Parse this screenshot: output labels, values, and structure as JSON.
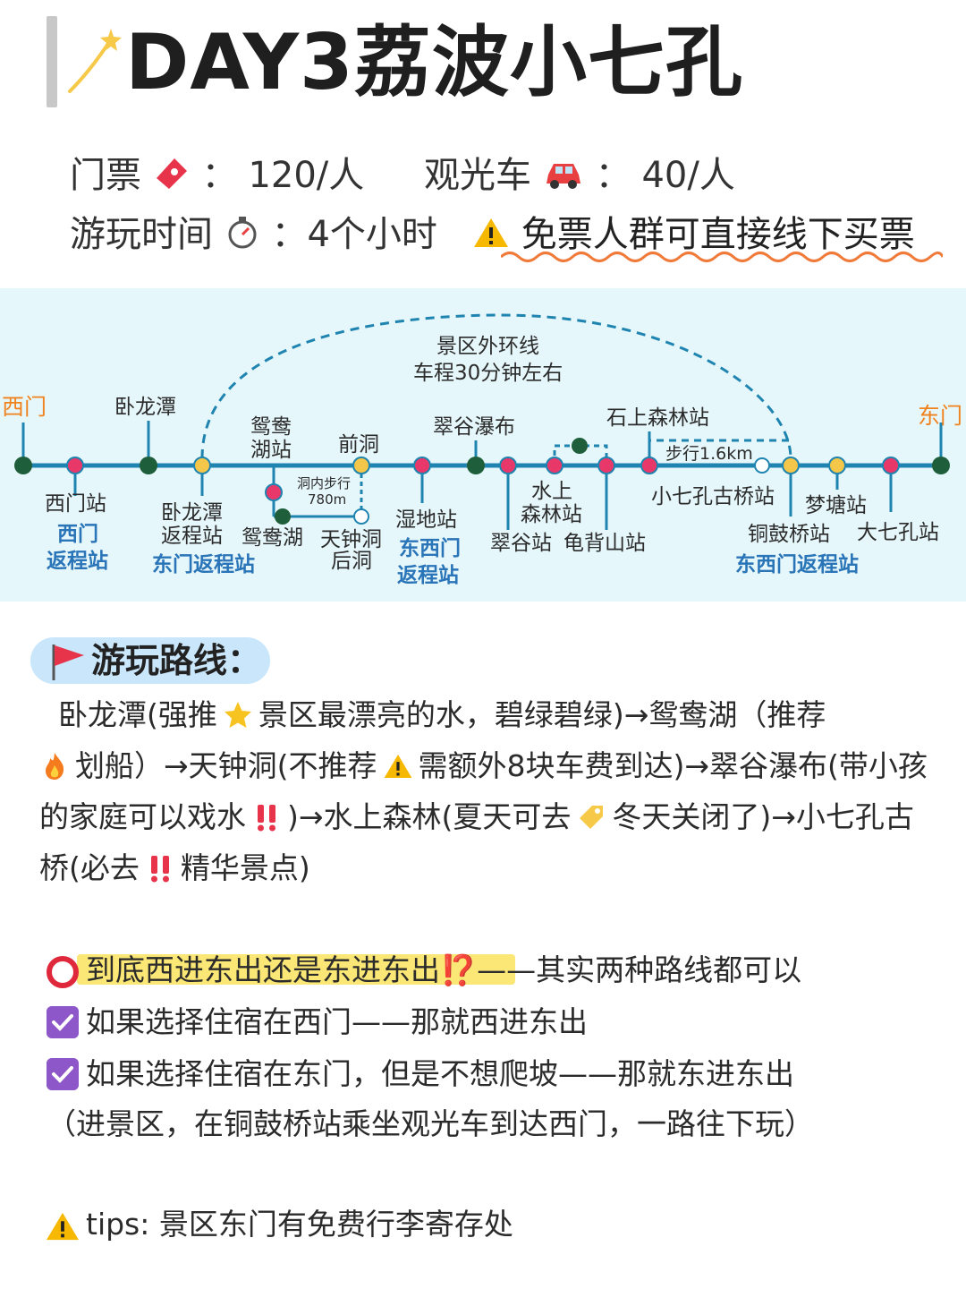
{
  "title": "DAY3荔波小七孔",
  "info": {
    "ticket_label": "门票",
    "ticket_value": "120/人",
    "bus_label": "观光车",
    "bus_value": "40/人",
    "time_label": "游玩时间",
    "time_value": "4个小时",
    "warning": "免票人群可直接线下买票",
    "colon": "："
  },
  "map": {
    "loop_line_1": "景区外环线",
    "loop_line_2": "车程30分钟左右",
    "west_gate": "西门",
    "east_gate": "东门",
    "walk_label": "步行1.6km",
    "cave_walk_1": "洞内步行",
    "cave_walk_2": "780m",
    "stations": {
      "wolongtan": "卧龙潭",
      "yuanyang_station_1": "鸳鸯",
      "yuanyang_station_2": "湖站",
      "qiandong": "前洞",
      "cuigu_waterfall": "翠谷瀑布",
      "shishang_forest": "石上森林站",
      "ximen_station": "西门站",
      "ximen_return_1": "西门",
      "ximen_return_2": "返程站",
      "wolongtan_return_1": "卧龙潭",
      "wolongtan_return_2": "返程站",
      "dongmen_return": "东门返程站",
      "yuanyang_lake": "鸳鸯湖",
      "tianzhongdong_1": "天钟洞",
      "tianzhongdong_2": "后洞",
      "shidi_station": "湿地站",
      "dongximen_return_1": "东西门",
      "dongximen_return_2": "返程站",
      "water_forest_1": "水上",
      "water_forest_2": "森林站",
      "cuigu_station": "翠谷站",
      "guibeishan_station": "龟背山站",
      "xiaoqikong_bridge": "小七孔古桥站",
      "mengtang_station": "梦塘站",
      "tonggu_bridge": "铜鼓桥站",
      "daqikong_station": "大七孔站",
      "dongximen_return_station": "东西门返程站"
    }
  },
  "route": {
    "heading": "游玩路线：",
    "p1": "卧龙潭(强推",
    "p2": "景区最漂亮的水，碧绿碧绿)→鸳鸯湖（推荐",
    "p3": "划船）→天钟洞(不推荐",
    "p4": "需额外8块车费到达)→翠谷瀑布(带小孩的家庭可以戏水",
    "p5": ")→水上森林(夏天可去",
    "p6": "冬天关闭了)→小七孔古桥(必去",
    "p7": "精华景点)"
  },
  "options": {
    "question": "到底西进东出还是东进东出⁉️",
    "answer": "——其实两种路线都可以",
    "opt1": "如果选择住宿在西门——那就西进东出",
    "opt2": "如果选择住宿在东门，但是不想爬坡——那就东进东出",
    "opt2_note": "（进景区，在铜鼓桥站乘坐观光车到达西门，一路往下玩）"
  },
  "tips": "tips: 景区东门有免费行李寄存处",
  "colors": {
    "line": "#1f84b0",
    "dot_green": "#1e5e3a",
    "dot_pink": "#e8386a",
    "dot_yellow": "#f4c64a",
    "map_bg": "#e6f7fb",
    "accent_blue": "#2a74b8",
    "accent_orange": "#f0821e"
  }
}
